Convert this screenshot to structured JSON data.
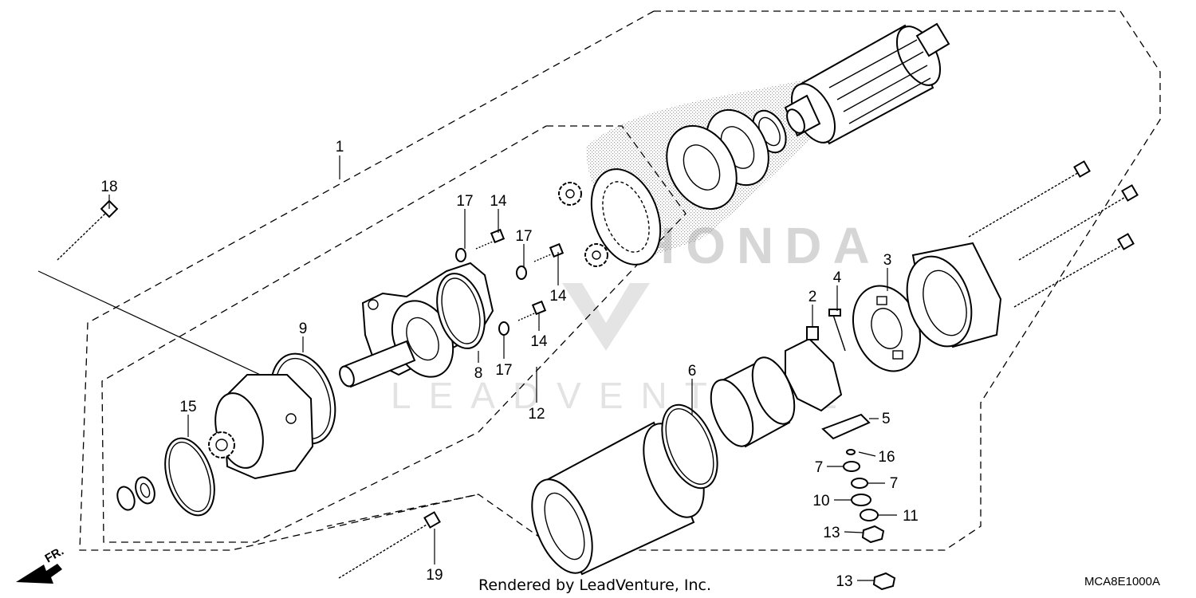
{
  "diagram": {
    "callouts": {
      "p1": "1",
      "p2": "2",
      "p3": "3",
      "p4": "4",
      "p5": "5",
      "p6": "6",
      "p7a": "7",
      "p7b": "7",
      "p8": "8",
      "p9": "9",
      "p10": "10",
      "p11": "11",
      "p12": "12",
      "p13a": "13",
      "p13b": "13",
      "p14a": "14",
      "p14b": "14",
      "p14c": "14",
      "p15": "15",
      "p16": "16",
      "p17a": "17",
      "p17b": "17",
      "p17c": "17",
      "p18": "18",
      "p19": "19"
    },
    "front_arrow_label": "FR.",
    "footer_text": "Rendered by LeadVenture, Inc.",
    "diagram_code": "MCA8E1000A",
    "watermark": {
      "brand": "HONDA",
      "company": "LEADVENTURE"
    }
  }
}
